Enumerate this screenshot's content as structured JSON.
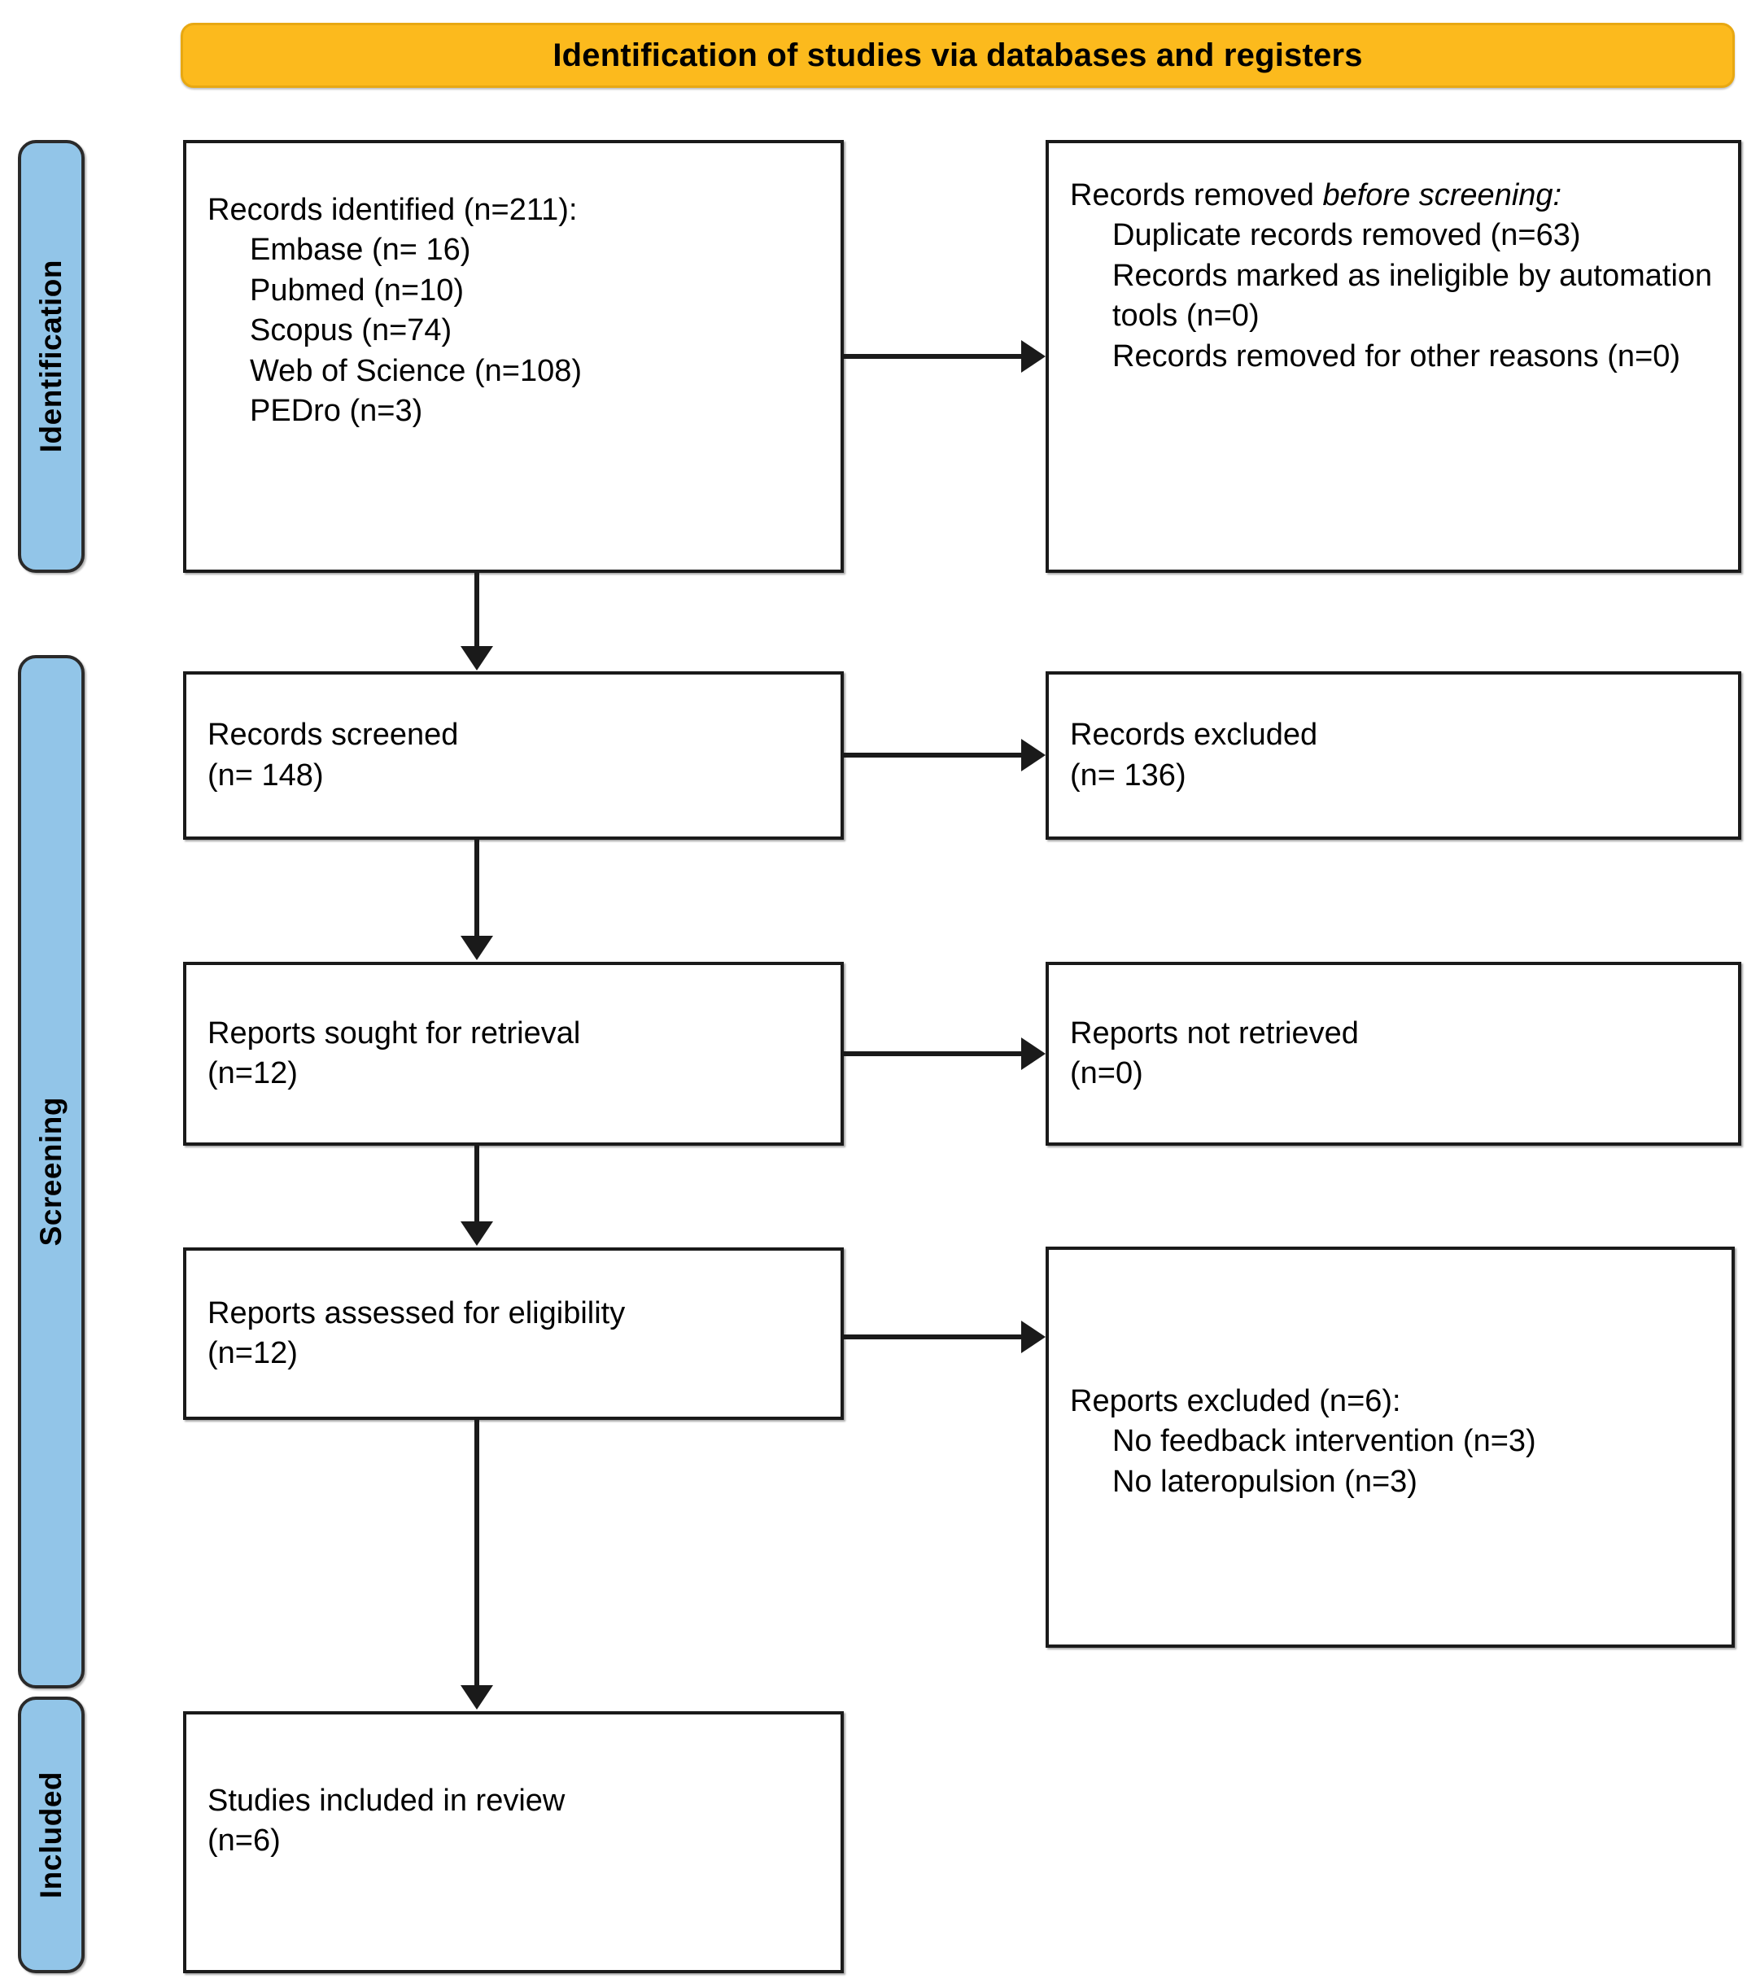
{
  "header": {
    "title": "Identification of studies via databases and registers",
    "color": "#FCBA1D"
  },
  "stages": [
    {
      "id": "identification",
      "label": "Identification",
      "color": "#92C5E8"
    },
    {
      "id": "screening",
      "label": "Screening",
      "color": "#92C5E8"
    },
    {
      "id": "included",
      "label": "Included",
      "color": "#92C5E8"
    }
  ],
  "boxes": {
    "identified": {
      "title": "Records identified (n=211):",
      "items": [
        "Embase (n= 16)",
        "Pubmed (n=10)",
        "Scopus (n=74)",
        "Web of Science (n=108)",
        "PEDro (n=3)"
      ]
    },
    "removed": {
      "title_plain": "Records removed ",
      "title_italic": "before screening",
      "title_tail": ":",
      "items": [
        "Duplicate records removed (n=63)",
        "Records marked as ineligible by automation tools (n=0)",
        "Records removed for other reasons (n=0)"
      ]
    },
    "screened": {
      "line1": "Records screened",
      "line2": "(n= 148)"
    },
    "excluded": {
      "line1": "Records excluded",
      "line2": "(n= 136)"
    },
    "sought": {
      "line1": "Reports sought for retrieval",
      "line2": "(n=12)"
    },
    "not_retrieved": {
      "line1": "Reports not retrieved",
      "line2": "(n=0)"
    },
    "assessed": {
      "line1": "Reports assessed for eligibility",
      "line2": "(n=12)"
    },
    "reports_excluded": {
      "title": "Reports excluded (n=6):",
      "items": [
        "No feedback intervention (n=3)",
        "No lateropulsion (n=3)"
      ]
    },
    "included": {
      "line1": "Studies included in review",
      "line2": "(n=6)"
    }
  }
}
